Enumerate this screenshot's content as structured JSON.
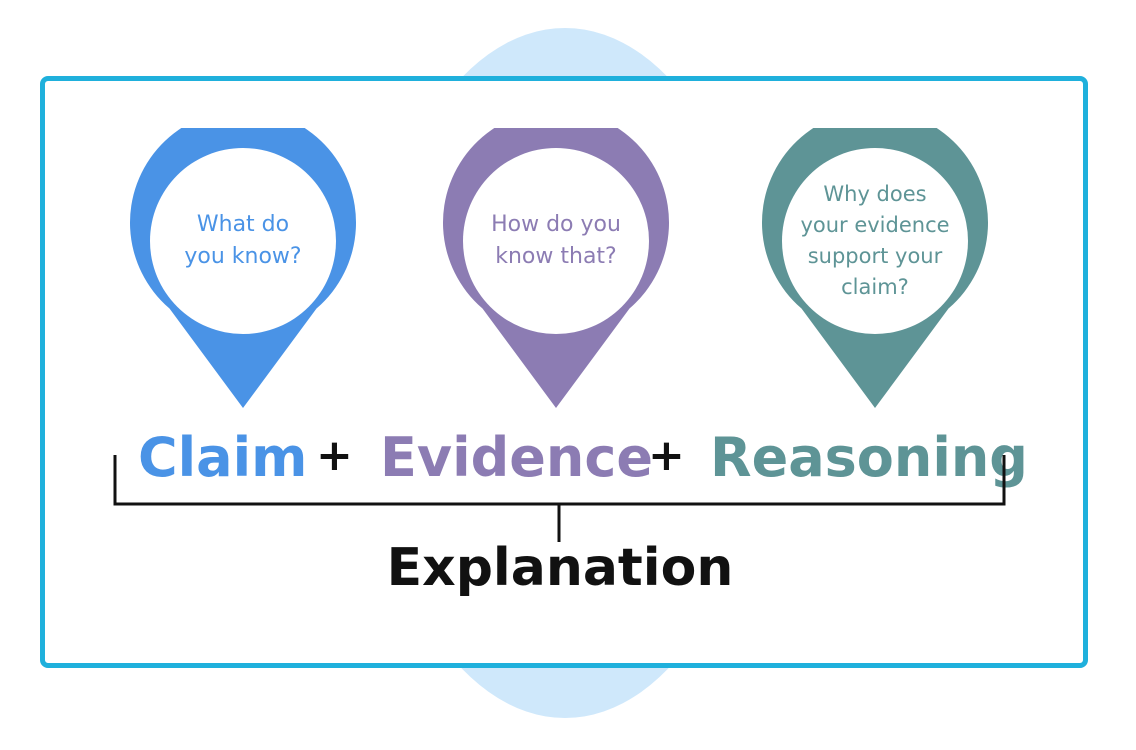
{
  "colors": {
    "frame_border": "#1fb0dc",
    "background_circle": "#cfe8fb",
    "claim": "#4a93e6",
    "evidence": "#8c7cb3",
    "reasoning": "#5e9496",
    "text_dark": "#111111"
  },
  "pins": [
    {
      "question": "What do\nyou know?",
      "color": "#4a93e6"
    },
    {
      "question": "How do you\nknow that?",
      "color": "#8c7cb3"
    },
    {
      "question": "Why does\nyour evidence\nsupport your\nclaim?",
      "color": "#5e9496"
    }
  ],
  "terms": {
    "claim": "Claim",
    "evidence": "Evidence",
    "reasoning": "Reasoning"
  },
  "operators": {
    "plus_1": "+",
    "plus_2": "+"
  },
  "result": {
    "label": "Explanation"
  }
}
